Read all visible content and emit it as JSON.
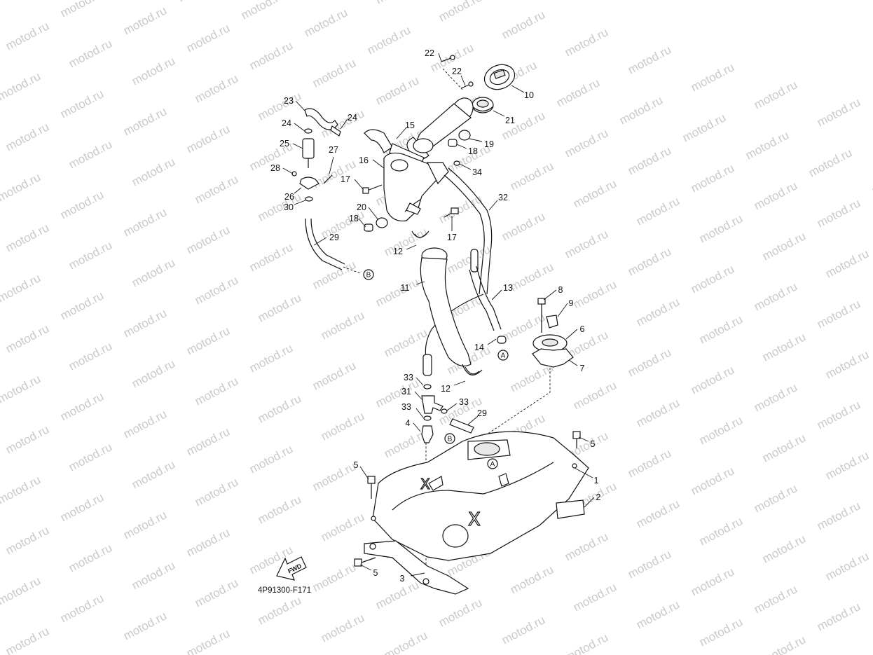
{
  "diagram_code": "4P91300-F171",
  "watermark": "motod.ru",
  "fwd_label": "FWD",
  "circle_markers": [
    "A",
    "B"
  ],
  "callouts": [
    {
      "id": "c1",
      "label": "1"
    },
    {
      "id": "c2",
      "label": "2"
    },
    {
      "id": "c3",
      "label": "3"
    },
    {
      "id": "c4",
      "label": "4"
    },
    {
      "id": "c5a",
      "label": "5"
    },
    {
      "id": "c5b",
      "label": "5"
    },
    {
      "id": "c5c",
      "label": "5"
    },
    {
      "id": "c6",
      "label": "6"
    },
    {
      "id": "c7",
      "label": "7"
    },
    {
      "id": "c8",
      "label": "8"
    },
    {
      "id": "c9",
      "label": "9"
    },
    {
      "id": "c10",
      "label": "10"
    },
    {
      "id": "c11",
      "label": "11"
    },
    {
      "id": "c12a",
      "label": "12"
    },
    {
      "id": "c12b",
      "label": "12"
    },
    {
      "id": "c13",
      "label": "13"
    },
    {
      "id": "c14",
      "label": "14"
    },
    {
      "id": "c15",
      "label": "15"
    },
    {
      "id": "c16",
      "label": "16"
    },
    {
      "id": "c17a",
      "label": "17"
    },
    {
      "id": "c17b",
      "label": "17"
    },
    {
      "id": "c18a",
      "label": "18"
    },
    {
      "id": "c18b",
      "label": "18"
    },
    {
      "id": "c19",
      "label": "19"
    },
    {
      "id": "c20",
      "label": "20"
    },
    {
      "id": "c21",
      "label": "21"
    },
    {
      "id": "c22a",
      "label": "22"
    },
    {
      "id": "c22b",
      "label": "22"
    },
    {
      "id": "c23",
      "label": "23"
    },
    {
      "id": "c24a",
      "label": "24"
    },
    {
      "id": "c24b",
      "label": "24"
    },
    {
      "id": "c25",
      "label": "25"
    },
    {
      "id": "c26",
      "label": "26"
    },
    {
      "id": "c27",
      "label": "27"
    },
    {
      "id": "c28",
      "label": "28"
    },
    {
      "id": "c29a",
      "label": "29"
    },
    {
      "id": "c29b",
      "label": "29"
    },
    {
      "id": "c30",
      "label": "30"
    },
    {
      "id": "c31",
      "label": "31"
    },
    {
      "id": "c32",
      "label": "32"
    },
    {
      "id": "c33a",
      "label": "33"
    },
    {
      "id": "c33b",
      "label": "33"
    },
    {
      "id": "c33c",
      "label": "33"
    },
    {
      "id": "c34",
      "label": "34"
    }
  ]
}
